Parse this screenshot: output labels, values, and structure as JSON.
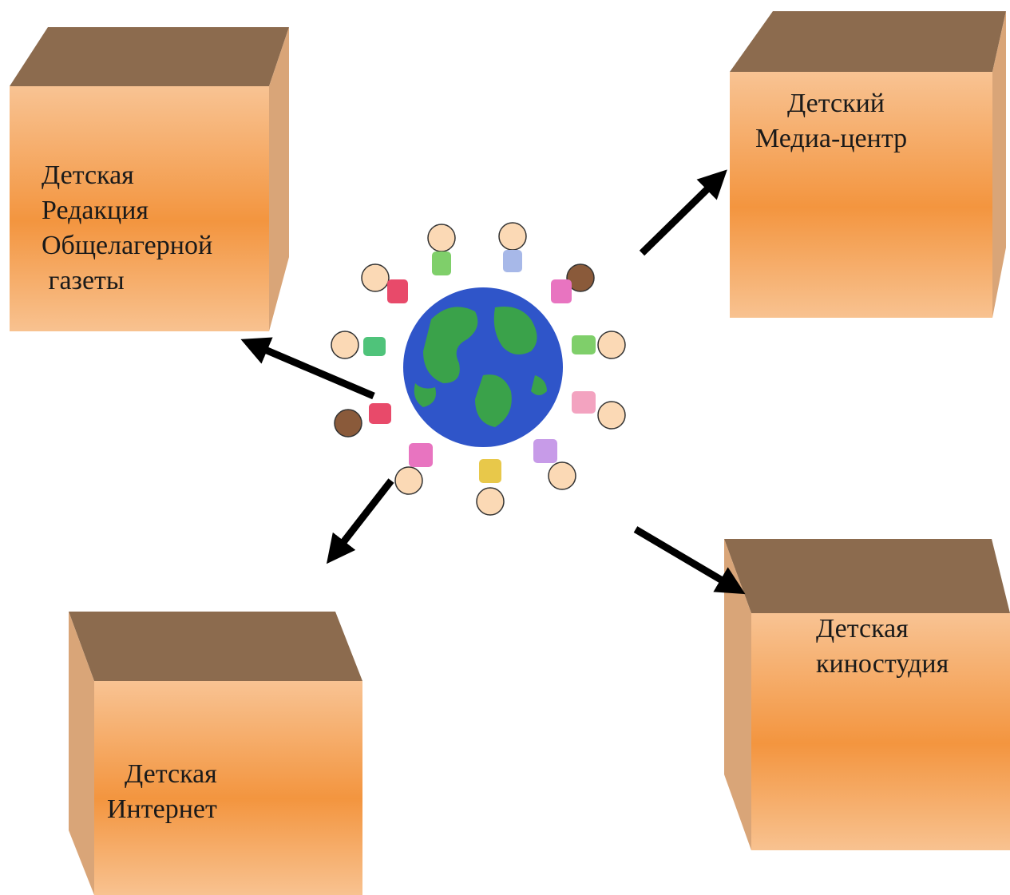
{
  "boxes": {
    "newspaper": {
      "lines": [
        "Детская",
        "Редакция",
        "Общелагерной",
        " газеты"
      ]
    },
    "media_center": {
      "lines": [
        "Детский",
        "Медиа-центр"
      ]
    },
    "internet": {
      "lines": [
        "Детская",
        "Интернет"
      ]
    },
    "film_studio": {
      "lines": [
        "Детская",
        "киностудия"
      ]
    }
  },
  "colors": {
    "box_top": "#8c6b4e",
    "box_side": "#d9a578",
    "box_front_light": "#f7c08e",
    "box_front_mid": "#f39645",
    "arrow": "#000000",
    "globe_ocean": "#2f55c9",
    "globe_land": "#3aa24a"
  },
  "icons": {
    "center": "kids-around-globe-illustration"
  }
}
